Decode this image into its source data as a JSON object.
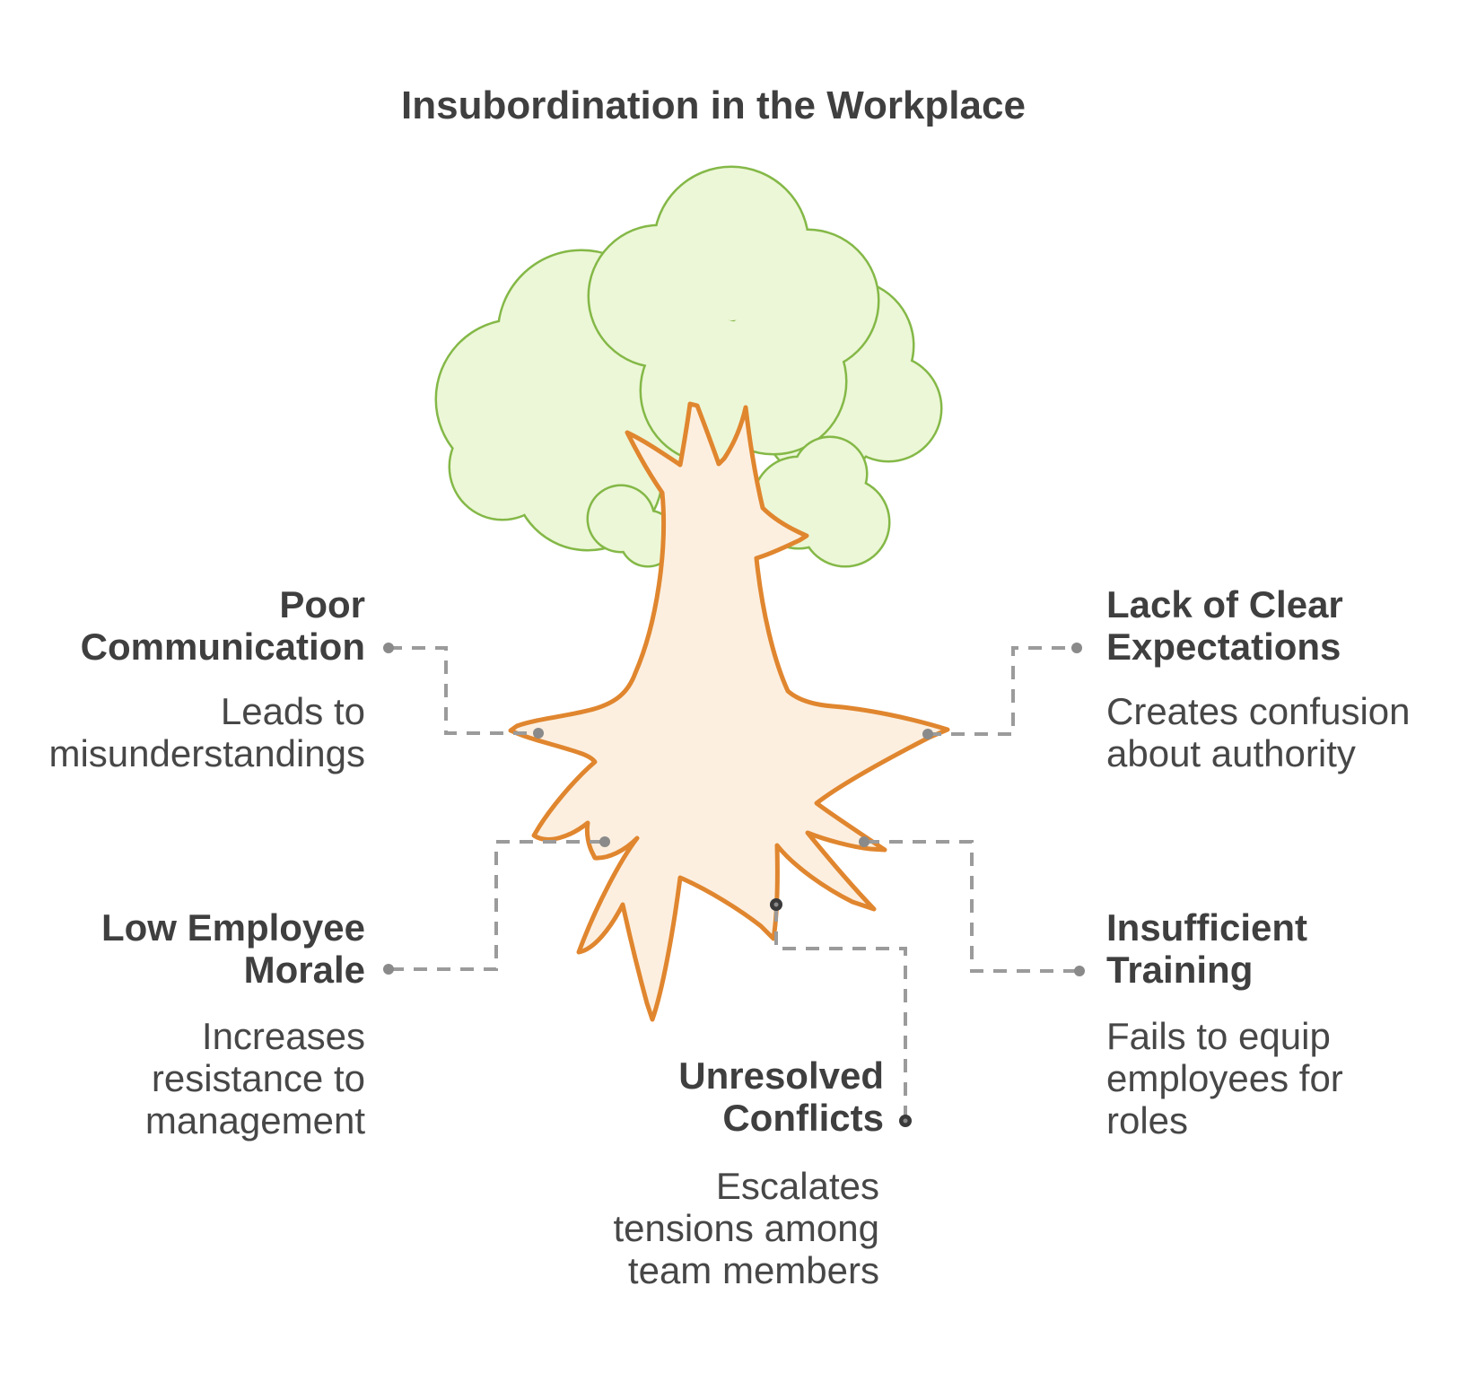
{
  "title": "Insubordination in the Workplace",
  "causes": [
    {
      "id": "poor-communication",
      "title": "Poor Communication",
      "title_lines": [
        "Poor",
        "Communication"
      ],
      "description": "Leads to misunderstandings",
      "description_lines": [
        "Leads to",
        "misunderstandings"
      ]
    },
    {
      "id": "lack-of-clear-expectations",
      "title": "Lack of Clear Expectations",
      "title_lines": [
        "Lack of Clear",
        "Expectations"
      ],
      "description": "Creates confusion about authority",
      "description_lines": [
        "Creates confusion",
        "about authority"
      ]
    },
    {
      "id": "low-employee-morale",
      "title": "Low Employee Morale",
      "title_lines": [
        "Low Employee",
        "Morale"
      ],
      "description": "Increases resistance to management",
      "description_lines": [
        "Increases",
        "resistance to",
        "management"
      ]
    },
    {
      "id": "insufficient-training",
      "title": "Insufficient Training",
      "title_lines": [
        "Insufficient",
        "Training"
      ],
      "description": "Fails to equip employees for roles",
      "description_lines": [
        "Fails to equip",
        "employees for",
        "roles"
      ]
    },
    {
      "id": "unresolved-conflicts",
      "title": "Unresolved Conflicts",
      "title_lines": [
        "Unresolved",
        "Conflicts"
      ],
      "description": "Escalates tensions among team members",
      "description_lines": [
        "Escalates",
        "tensions among",
        "team members"
      ]
    }
  ],
  "colors": {
    "foliage_fill": "#ECF7D7",
    "foliage_stroke": "#84B847",
    "trunk_fill": "#FCEFE0",
    "trunk_stroke": "#E0862F",
    "line_color": "#9B9B9B",
    "dot_color": "#8A8A8A",
    "dark_dot_color": "#3A3A3A",
    "heading_color": "#3F3F3F",
    "description_color": "#474747",
    "background": "#FFFFFF"
  },
  "icons": {
    "tree": "tree-with-roots-icon"
  }
}
